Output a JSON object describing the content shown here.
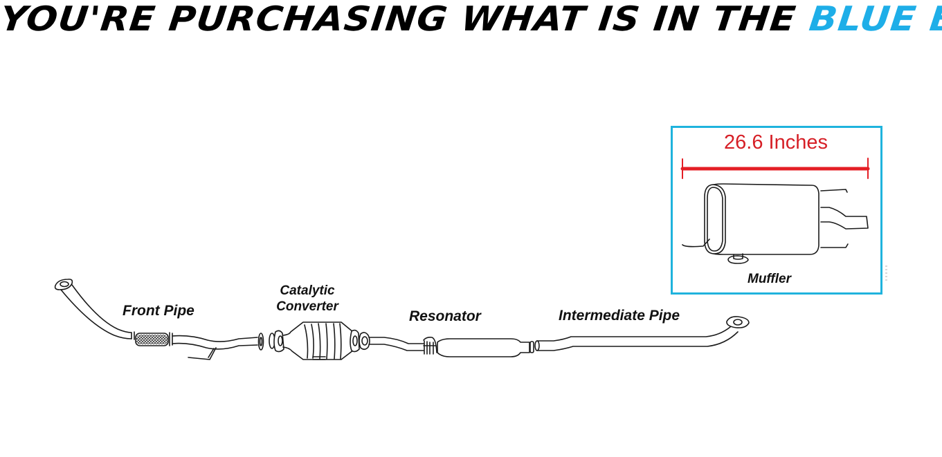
{
  "headline": {
    "prefix": "YOU'RE PURCHASING WHAT IS IN THE",
    "highlight": "BLUE BOX",
    "highlight_color": "#1eaee8"
  },
  "selection_box": {
    "border_color": "#1fb3dd",
    "dimension_label": "26.6 Inches",
    "dimension_color": "#d61f26",
    "part_label": "Muffler"
  },
  "parts": [
    {
      "id": "front-pipe",
      "label": "Front Pipe",
      "selected": false
    },
    {
      "id": "catalytic-converter",
      "label_line1": "Catalytic",
      "label_line2": "Converter",
      "selected": false
    },
    {
      "id": "resonator",
      "label": "Resonator",
      "selected": false
    },
    {
      "id": "intermediate-pipe",
      "label": "Intermediate Pipe",
      "selected": false
    },
    {
      "id": "muffler",
      "label": "Muffler",
      "selected": true
    }
  ]
}
